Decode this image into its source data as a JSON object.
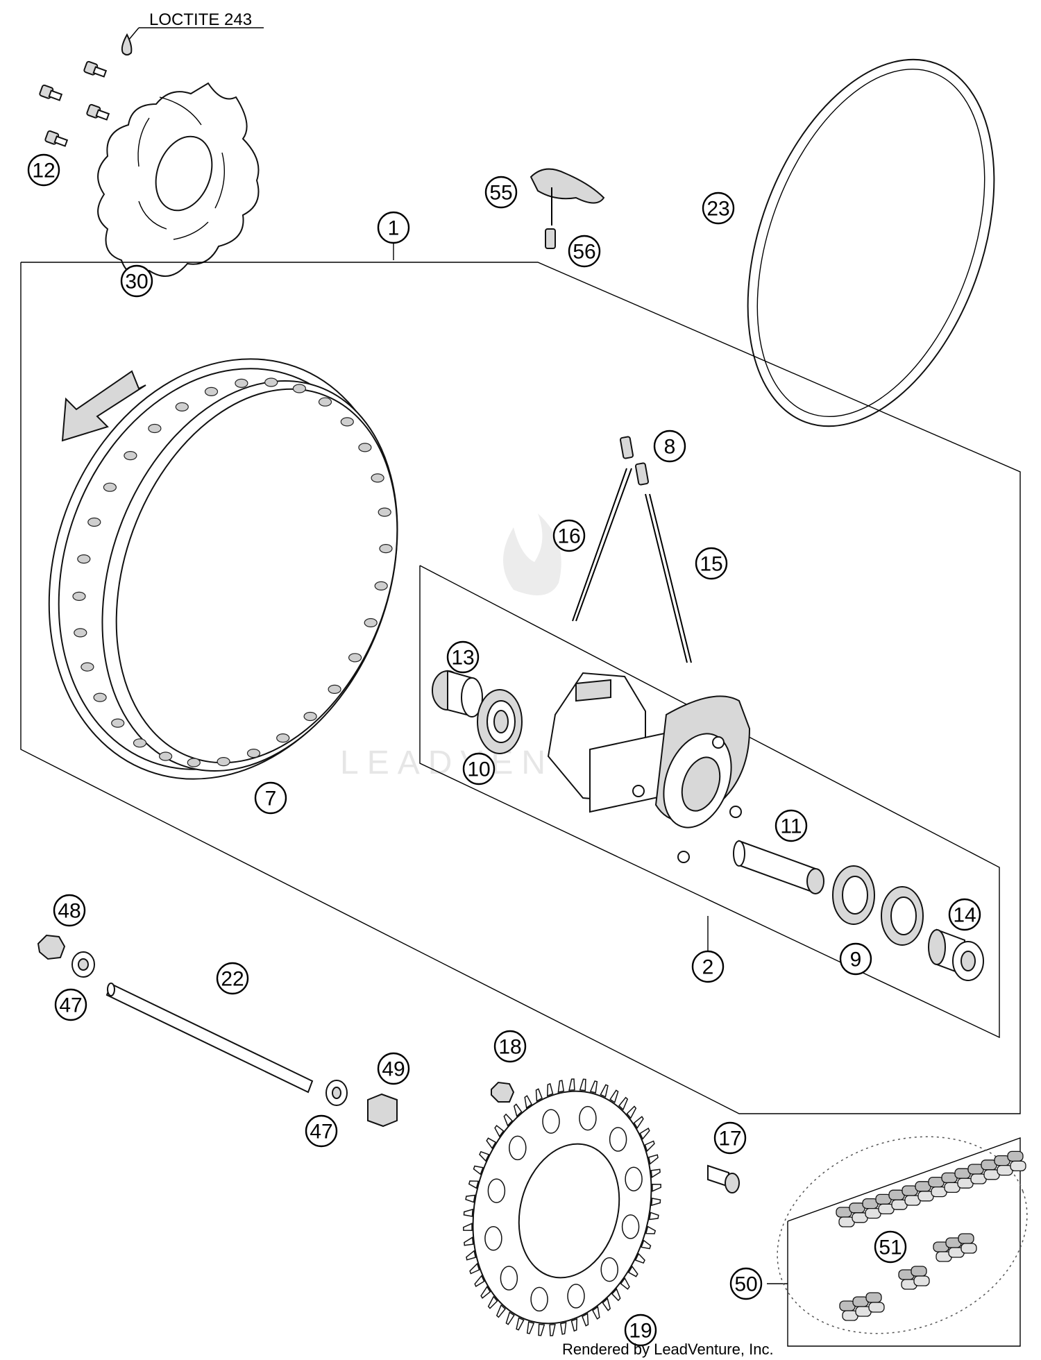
{
  "diagram": {
    "note_label": "LOCTITE 243",
    "callouts": [
      {
        "id": "c1",
        "label": "1"
      },
      {
        "id": "c2",
        "label": "2"
      },
      {
        "id": "c7",
        "label": "7"
      },
      {
        "id": "c8",
        "label": "8"
      },
      {
        "id": "c9",
        "label": "9"
      },
      {
        "id": "c10",
        "label": "10"
      },
      {
        "id": "c11",
        "label": "11"
      },
      {
        "id": "c12",
        "label": "12"
      },
      {
        "id": "c13",
        "label": "13"
      },
      {
        "id": "c14",
        "label": "14"
      },
      {
        "id": "c15",
        "label": "15"
      },
      {
        "id": "c16",
        "label": "16"
      },
      {
        "id": "c17",
        "label": "17"
      },
      {
        "id": "c18",
        "label": "18"
      },
      {
        "id": "c19",
        "label": "19"
      },
      {
        "id": "c22",
        "label": "22"
      },
      {
        "id": "c23",
        "label": "23"
      },
      {
        "id": "c30",
        "label": "30"
      },
      {
        "id": "c47a",
        "label": "47"
      },
      {
        "id": "c47b",
        "label": "47"
      },
      {
        "id": "c48",
        "label": "48"
      },
      {
        "id": "c49",
        "label": "49"
      },
      {
        "id": "c50",
        "label": "50"
      },
      {
        "id": "c51",
        "label": "51"
      },
      {
        "id": "c55",
        "label": "55"
      },
      {
        "id": "c56",
        "label": "56"
      }
    ],
    "watermark": "LEADVENTURE",
    "credit": "Rendered by LeadVenture, Inc."
  }
}
